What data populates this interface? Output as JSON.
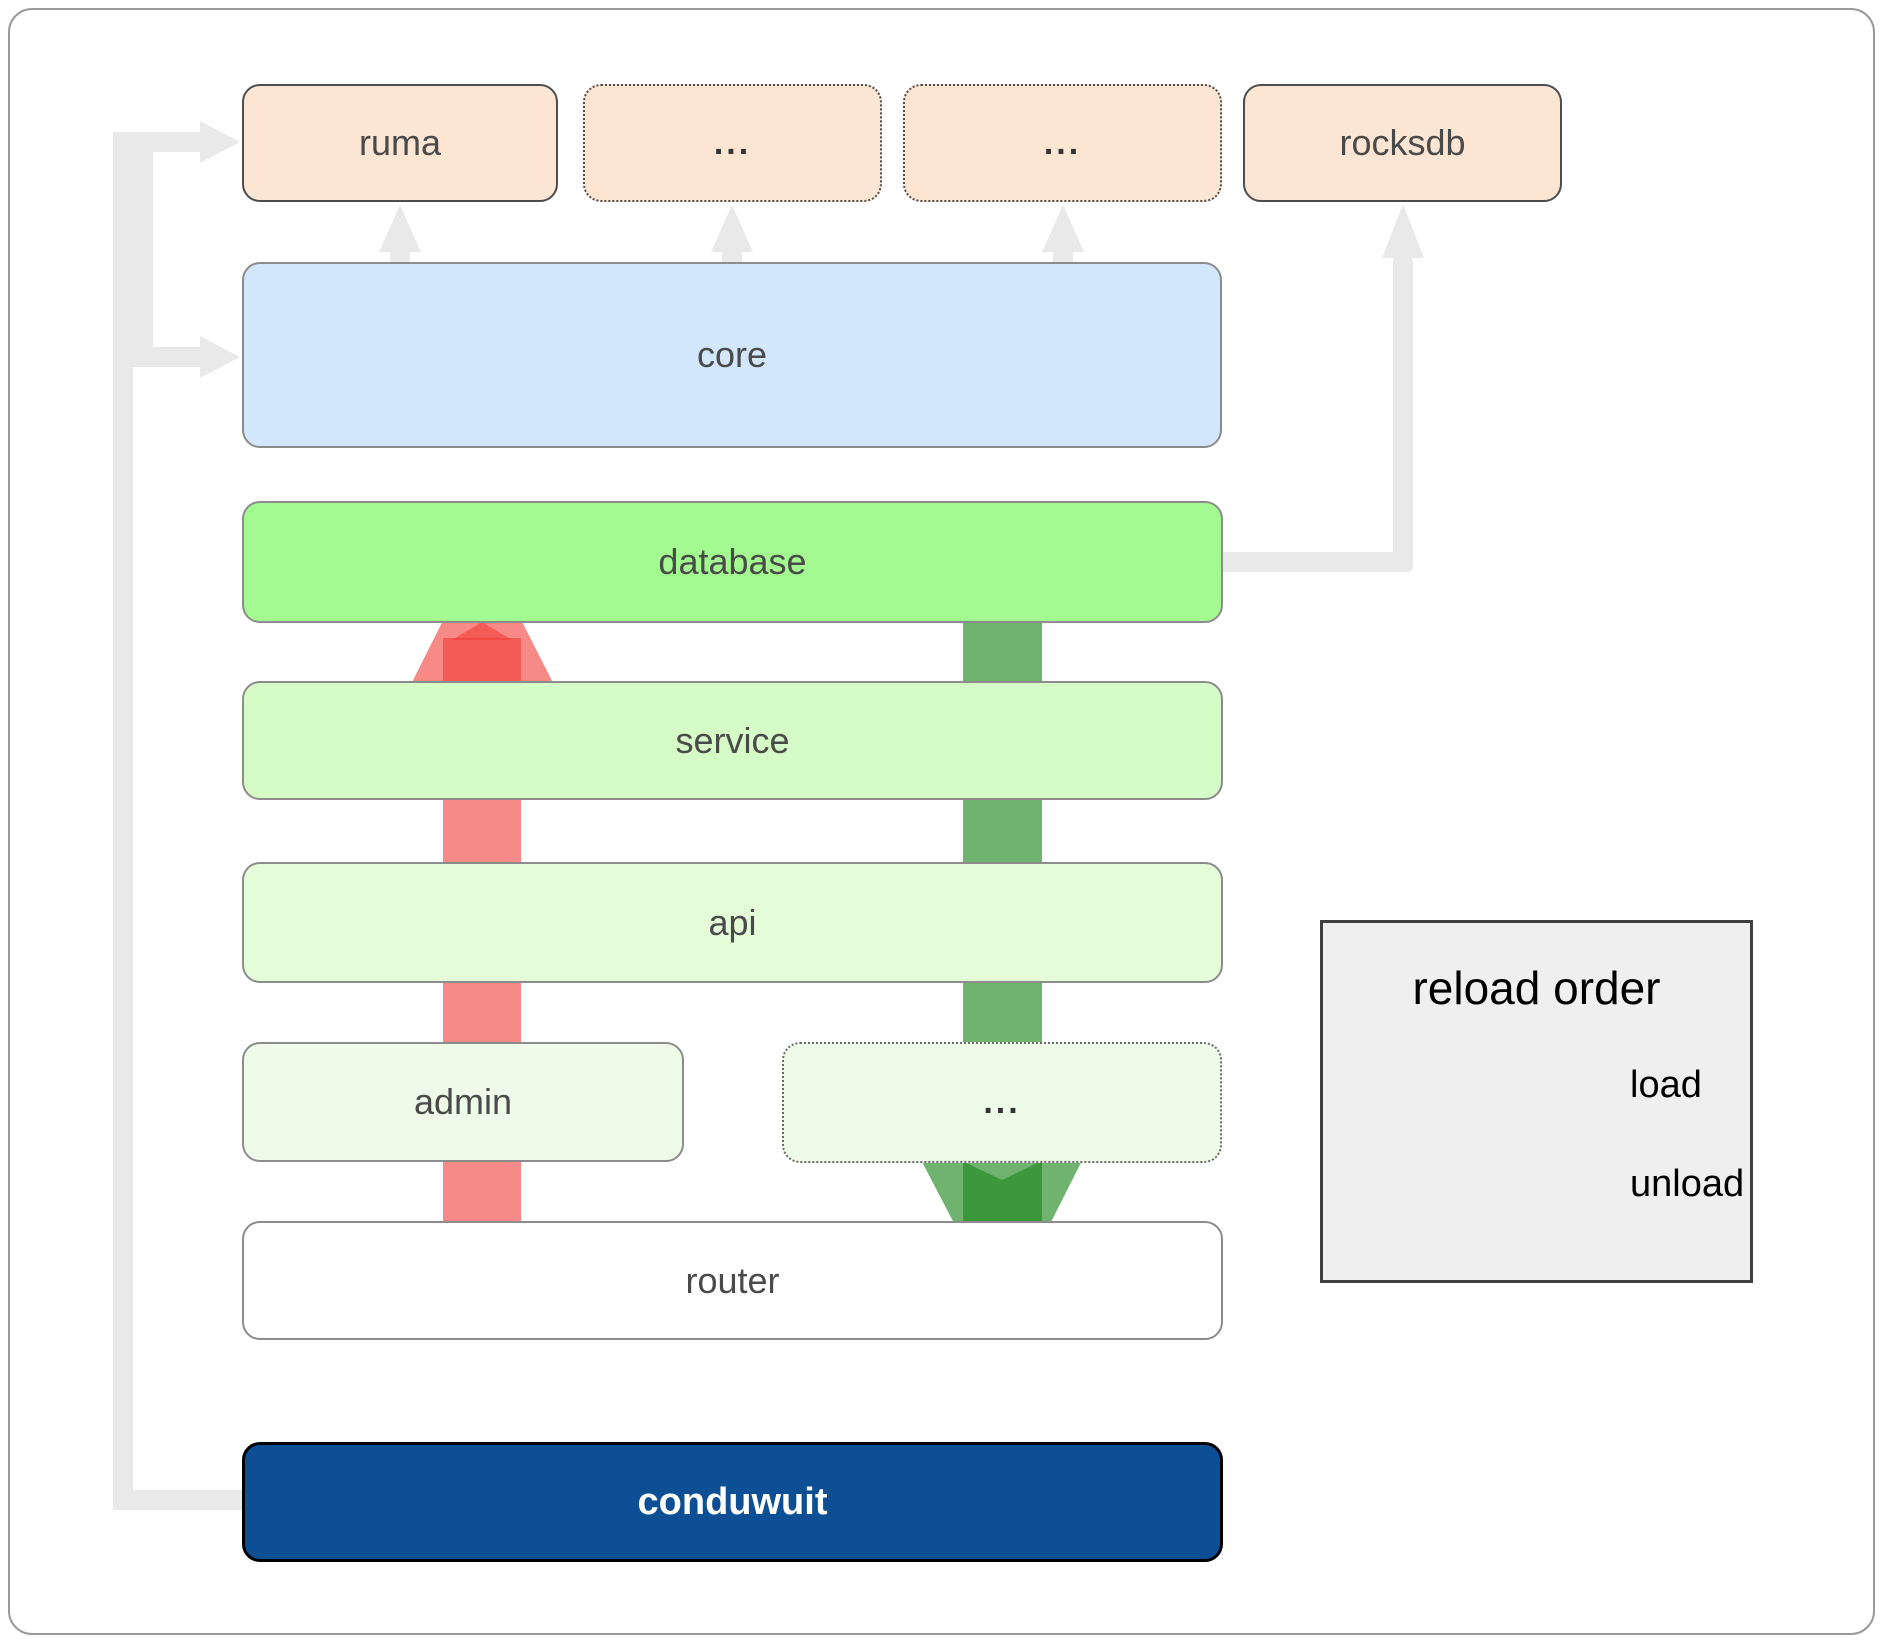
{
  "diagram": {
    "top_row": [
      {
        "id": "ruma",
        "label": "ruma"
      },
      {
        "id": "other-crate-1",
        "label": "..."
      },
      {
        "id": "other-crate-2",
        "label": "..."
      },
      {
        "id": "rocksdb",
        "label": "rocksdb"
      }
    ],
    "layers": [
      {
        "id": "core",
        "label": "core"
      },
      {
        "id": "database",
        "label": "database"
      },
      {
        "id": "service",
        "label": "service"
      },
      {
        "id": "api",
        "label": "api"
      }
    ],
    "mid_row": [
      {
        "id": "admin",
        "label": "admin"
      },
      {
        "id": "other-module",
        "label": "..."
      }
    ],
    "router": {
      "label": "router"
    },
    "conduwuit": {
      "label": "conduwuit"
    },
    "legend": {
      "title": "reload order",
      "load_label": "load",
      "unload_label": "unload"
    },
    "colors": {
      "crate_fill": "#fce5d2",
      "core_fill": "#d2e7fb",
      "database_fill": "#a3fa90",
      "service_fill": "#d5fcc6",
      "api_fill": "#e4fdd8",
      "admin_fill": "#effbe9",
      "router_fill": "#ffffff",
      "conduwuit_fill": "#0d4f94",
      "connector_gray": "#e9e9e9",
      "load_arrow_green": "#228b22",
      "unload_arrow_red": "#f23c37",
      "label_text": "#4a4a4a"
    }
  }
}
